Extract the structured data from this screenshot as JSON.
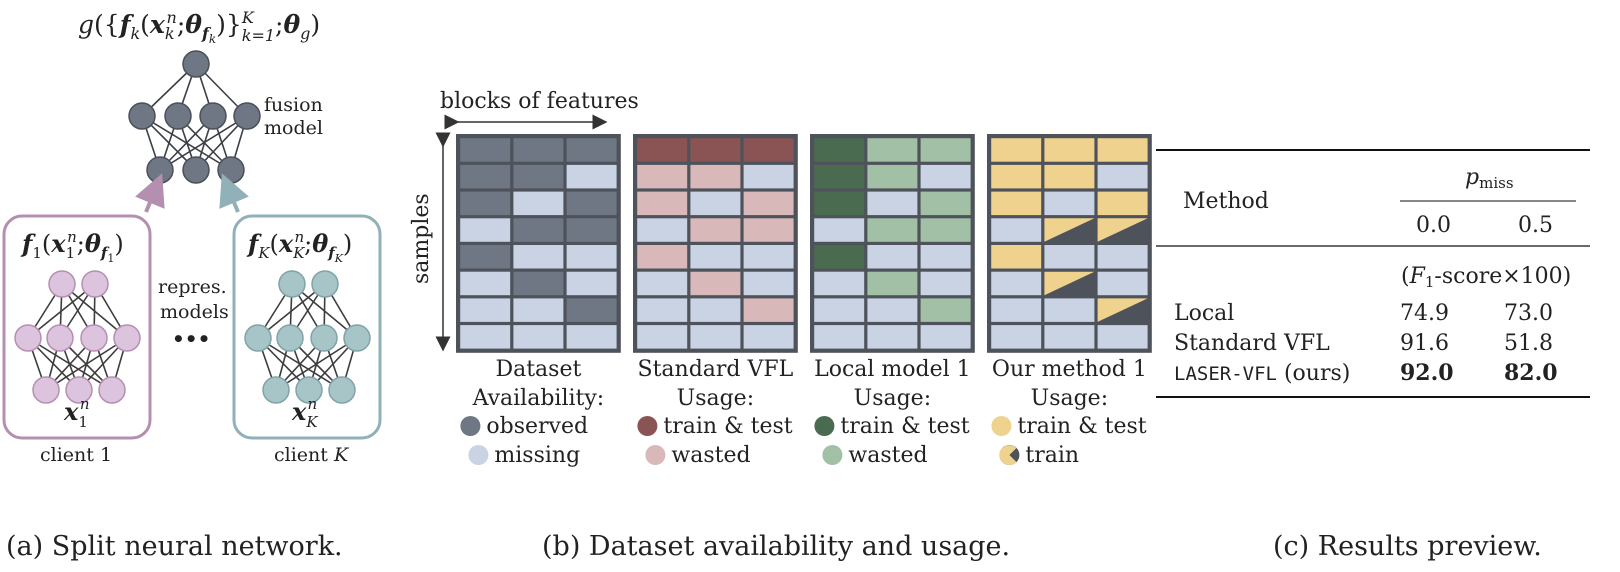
{
  "panel_a": {
    "fusion_formula": "g({f_k(x_k^n; θ_f_k)}_{k=1}^K; θ_g)",
    "fusion_label_1": "fusion",
    "fusion_label_2": "model",
    "client1_formula": "f_1(x_1^n; θ_f_1)",
    "client1_input": "x_1^n",
    "client1_label": "client 1",
    "clientK_formula": "f_K(x_K^n; θ_f_K)",
    "clientK_input": "x_K^n",
    "clientK_label": "client K",
    "repres_label_1": "repres.",
    "repres_label_2": "models",
    "ellipsis": "•••",
    "caption": "(a) Split neural network."
  },
  "panel_b": {
    "blocks_label": "blocks of features",
    "samples_label": "samples",
    "caption": "(b) Dataset availability and usage.",
    "grids": [
      {
        "title1": "Dataset",
        "title2": "Availability:",
        "legend": [
          {
            "label": "observed",
            "color": "#6f7784"
          },
          {
            "label": "missing",
            "color": "#c9d3e4"
          }
        ]
      },
      {
        "title1": "Standard VFL",
        "title2": "Usage:",
        "legend": [
          {
            "label": "train & test",
            "color": "#8a5454"
          },
          {
            "label": "wasted",
            "color": "#d8b8b8"
          }
        ]
      },
      {
        "title1": "Local model 1",
        "title2": "Usage:",
        "legend": [
          {
            "label": "train & test",
            "color": "#4a6b50"
          },
          {
            "label": "wasted",
            "color": "#a2c0a6"
          }
        ]
      },
      {
        "title1": "Our method 1",
        "title2": "Usage:",
        "legend": [
          {
            "label": "train & test",
            "color": "#f0d28f"
          },
          {
            "label": "train",
            "color": "split"
          }
        ]
      }
    ]
  },
  "panel_c": {
    "header_method": "Method",
    "header_pmiss": "p_miss",
    "col_00": "0.0",
    "col_05": "0.5",
    "metric_note": "(F1-score×100)",
    "rows": [
      {
        "method": "Local",
        "v0": "74.9",
        "v5": "73.0",
        "bold": false
      },
      {
        "method": "Standard VFL",
        "v0": "91.6",
        "v5": "51.8",
        "bold": false
      },
      {
        "method": "LASER-VFL",
        "method_suffix": " (ours)",
        "v0": "92.0",
        "v5": "82.0",
        "bold": true
      }
    ],
    "caption": "(c) Results preview."
  }
}
